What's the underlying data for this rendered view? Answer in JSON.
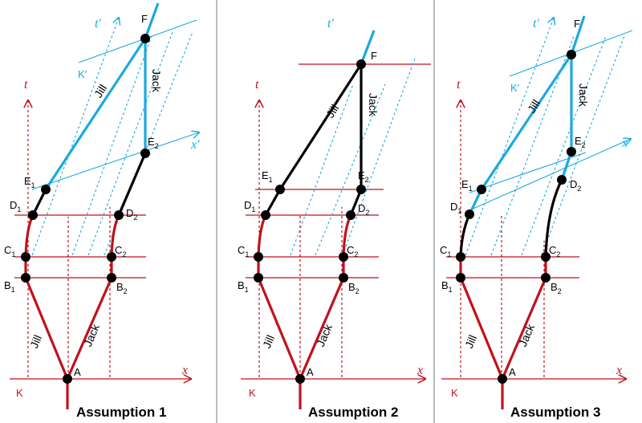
{
  "colors": {
    "red": "#c0121c",
    "blue": "#1aa9e0",
    "black": "#000000",
    "frame": "#777777"
  },
  "axis_labels": {
    "t": "t",
    "x": "x",
    "t_prime": "t′",
    "x_prime": "x′"
  },
  "frame_labels": {
    "K": "K",
    "K_prime": "K′"
  },
  "worldline_labels": {
    "jill": "Jill",
    "jack": "Jack"
  },
  "events": {
    "A": "A",
    "B1": "B",
    "B2": "B",
    "C1": "C",
    "C2": "C",
    "D1": "D",
    "D2": "D",
    "E1": "E",
    "E2": "E",
    "F": "F",
    "sub1": "1",
    "sub2": "2"
  },
  "panels": [
    {
      "caption": "Assumption 1"
    },
    {
      "caption": "Assumption 2"
    },
    {
      "caption": "Assumption 3"
    }
  ]
}
